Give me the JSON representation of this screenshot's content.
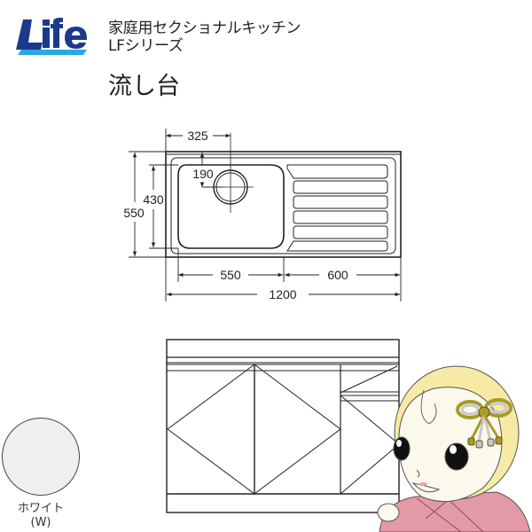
{
  "brand": {
    "logo_text": "Life",
    "colors": {
      "logo_dark": "#1c3a8c",
      "logo_light": "#2aa9e0"
    }
  },
  "header": {
    "series_line1": "家庭用セクショナルキッチン",
    "series_line2": "LFシリーズ",
    "product_name": "流し台"
  },
  "top_view": {
    "dimensions": {
      "drain_offset_x": "325",
      "drain_offset_y": "190",
      "bowl_depth": "430",
      "total_depth": "550",
      "bowl_width": "550",
      "drainboard_width": "600",
      "total_width": "1200"
    }
  },
  "front_view": {
    "doors": 2,
    "drawer_unit": true
  },
  "color_options": [
    {
      "name": "ホワイト",
      "code": "(W)",
      "hex": "#eeeff0"
    }
  ],
  "mascot": {
    "description": "cartoon girl mascot with hair ornament",
    "colors": {
      "hair": "#f7eaa4",
      "face": "#fbf9ec",
      "kimono": "#e49aa6",
      "ornament": "#a99a2a"
    }
  }
}
